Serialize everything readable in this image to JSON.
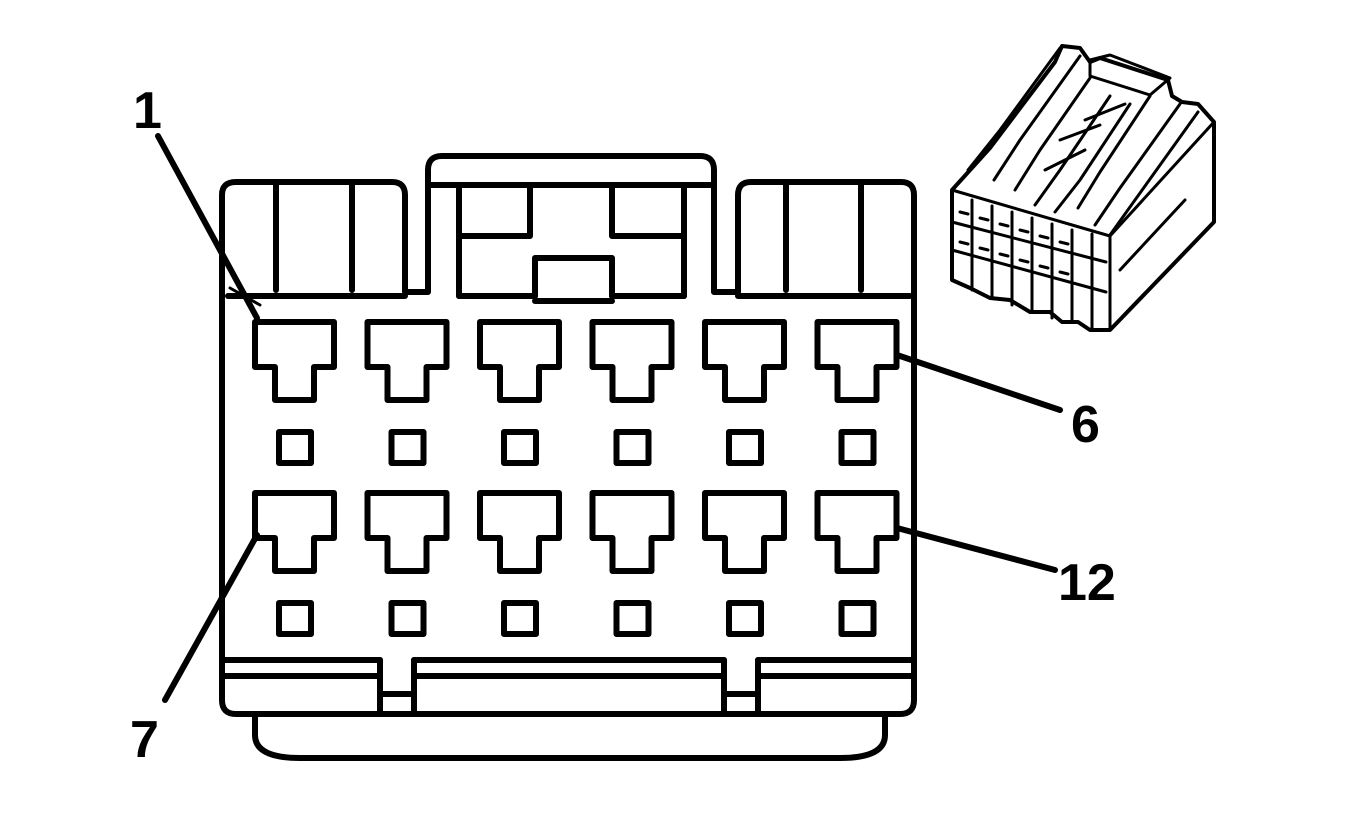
{
  "diagram": {
    "callouts": [
      {
        "id": "pin-1",
        "label": "1"
      },
      {
        "id": "pin-6",
        "label": "6"
      },
      {
        "id": "pin-7",
        "label": "7"
      },
      {
        "id": "pin-12",
        "label": "12"
      }
    ],
    "terminal_rows": 2,
    "terminals_per_row": 6,
    "line_color": "#000000",
    "background_color": "#ffffff"
  }
}
